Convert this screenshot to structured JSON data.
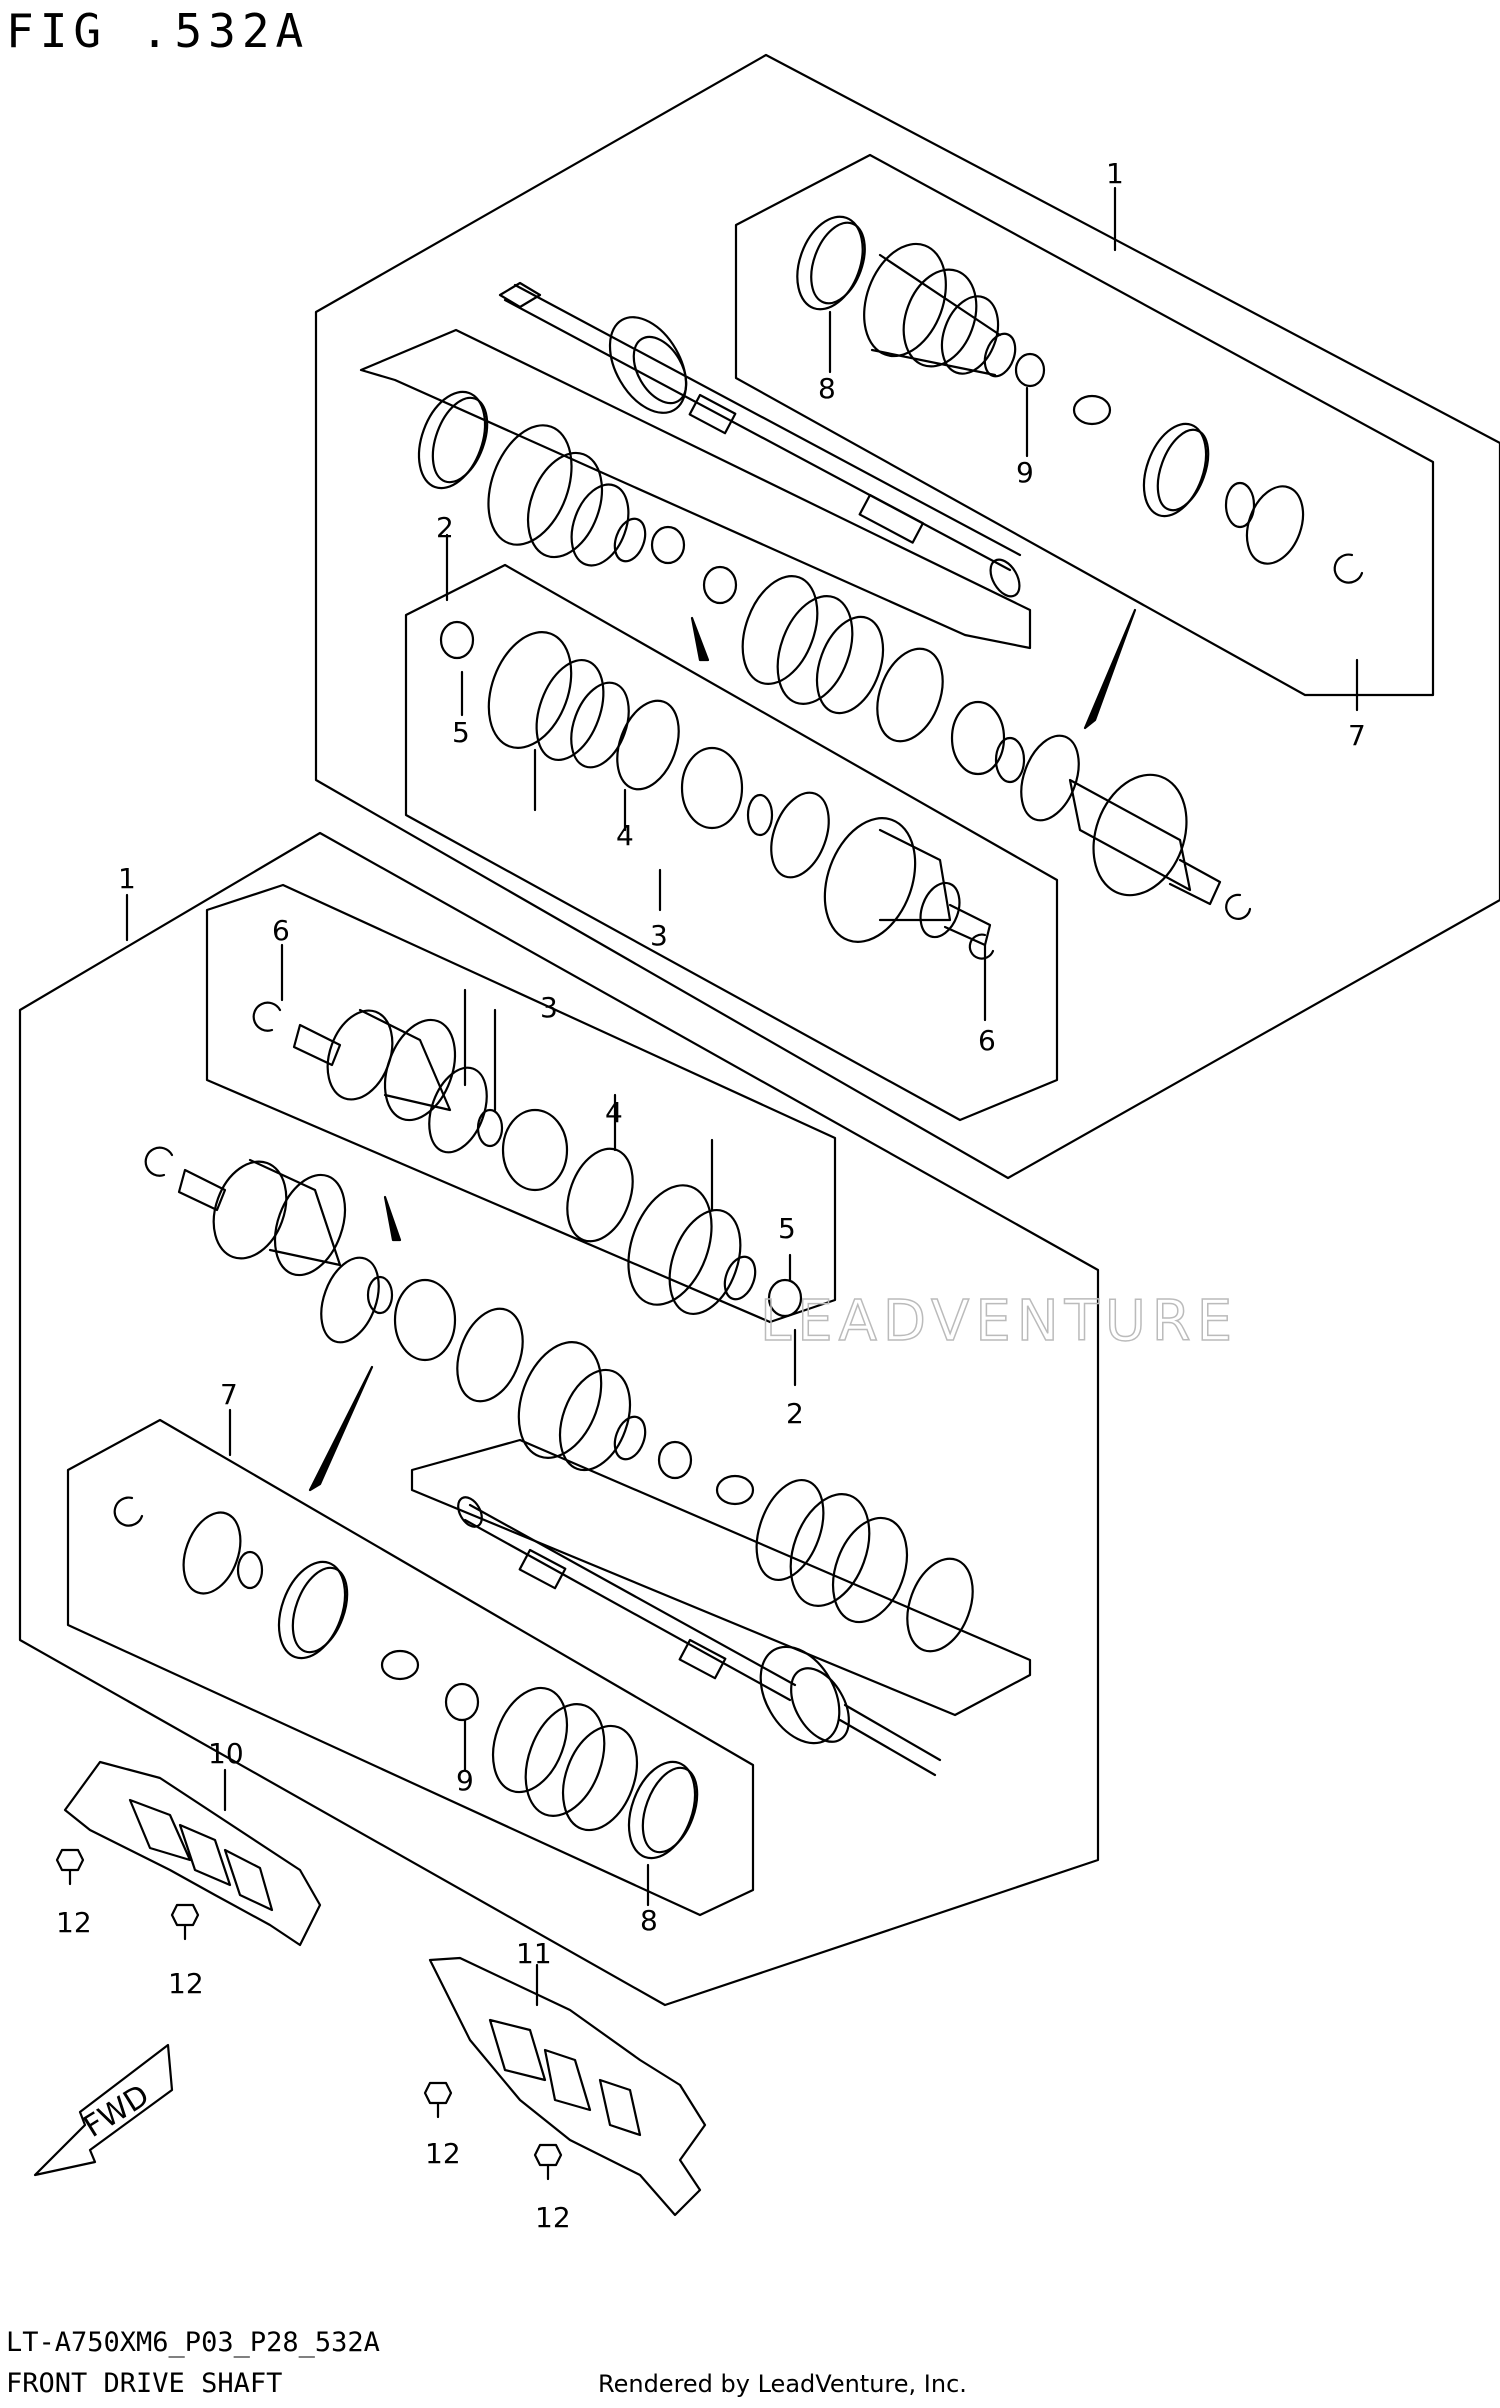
{
  "figure": {
    "title": "FIG .532A",
    "model_code": "LT-A750XM6_P03_P28_532A",
    "drawing_name": "FRONT DRIVE SHAFT",
    "credit": "Rendered by LeadVenture, Inc.",
    "watermark": "LEADVENTURE"
  },
  "callouts": {
    "upper_assembly": "1",
    "upper_boot_band_large": "8",
    "upper_boot_band_small": "9",
    "upper_outer_boot_kit": "7",
    "upper_inner_boot_kit": "2",
    "upper_joint_kit": "3",
    "upper_ring_4": "4",
    "upper_band_5": "5",
    "upper_circlip_6": "6",
    "lower_assembly": "1",
    "lower_circlip_6": "6",
    "lower_joint_kit": "3",
    "lower_ring_4": "4",
    "lower_band_5": "5",
    "lower_inner_boot_kit": "2",
    "lower_outer_boot_kit": "7",
    "lower_boot_band_small": "9",
    "lower_boot_band_large": "8",
    "guard_left": "10",
    "guard_right": "11",
    "bolt_a": "12",
    "bolt_b": "12",
    "bolt_c": "12",
    "bolt_d": "12"
  },
  "fwd_arrow": {
    "label": "FWD"
  }
}
